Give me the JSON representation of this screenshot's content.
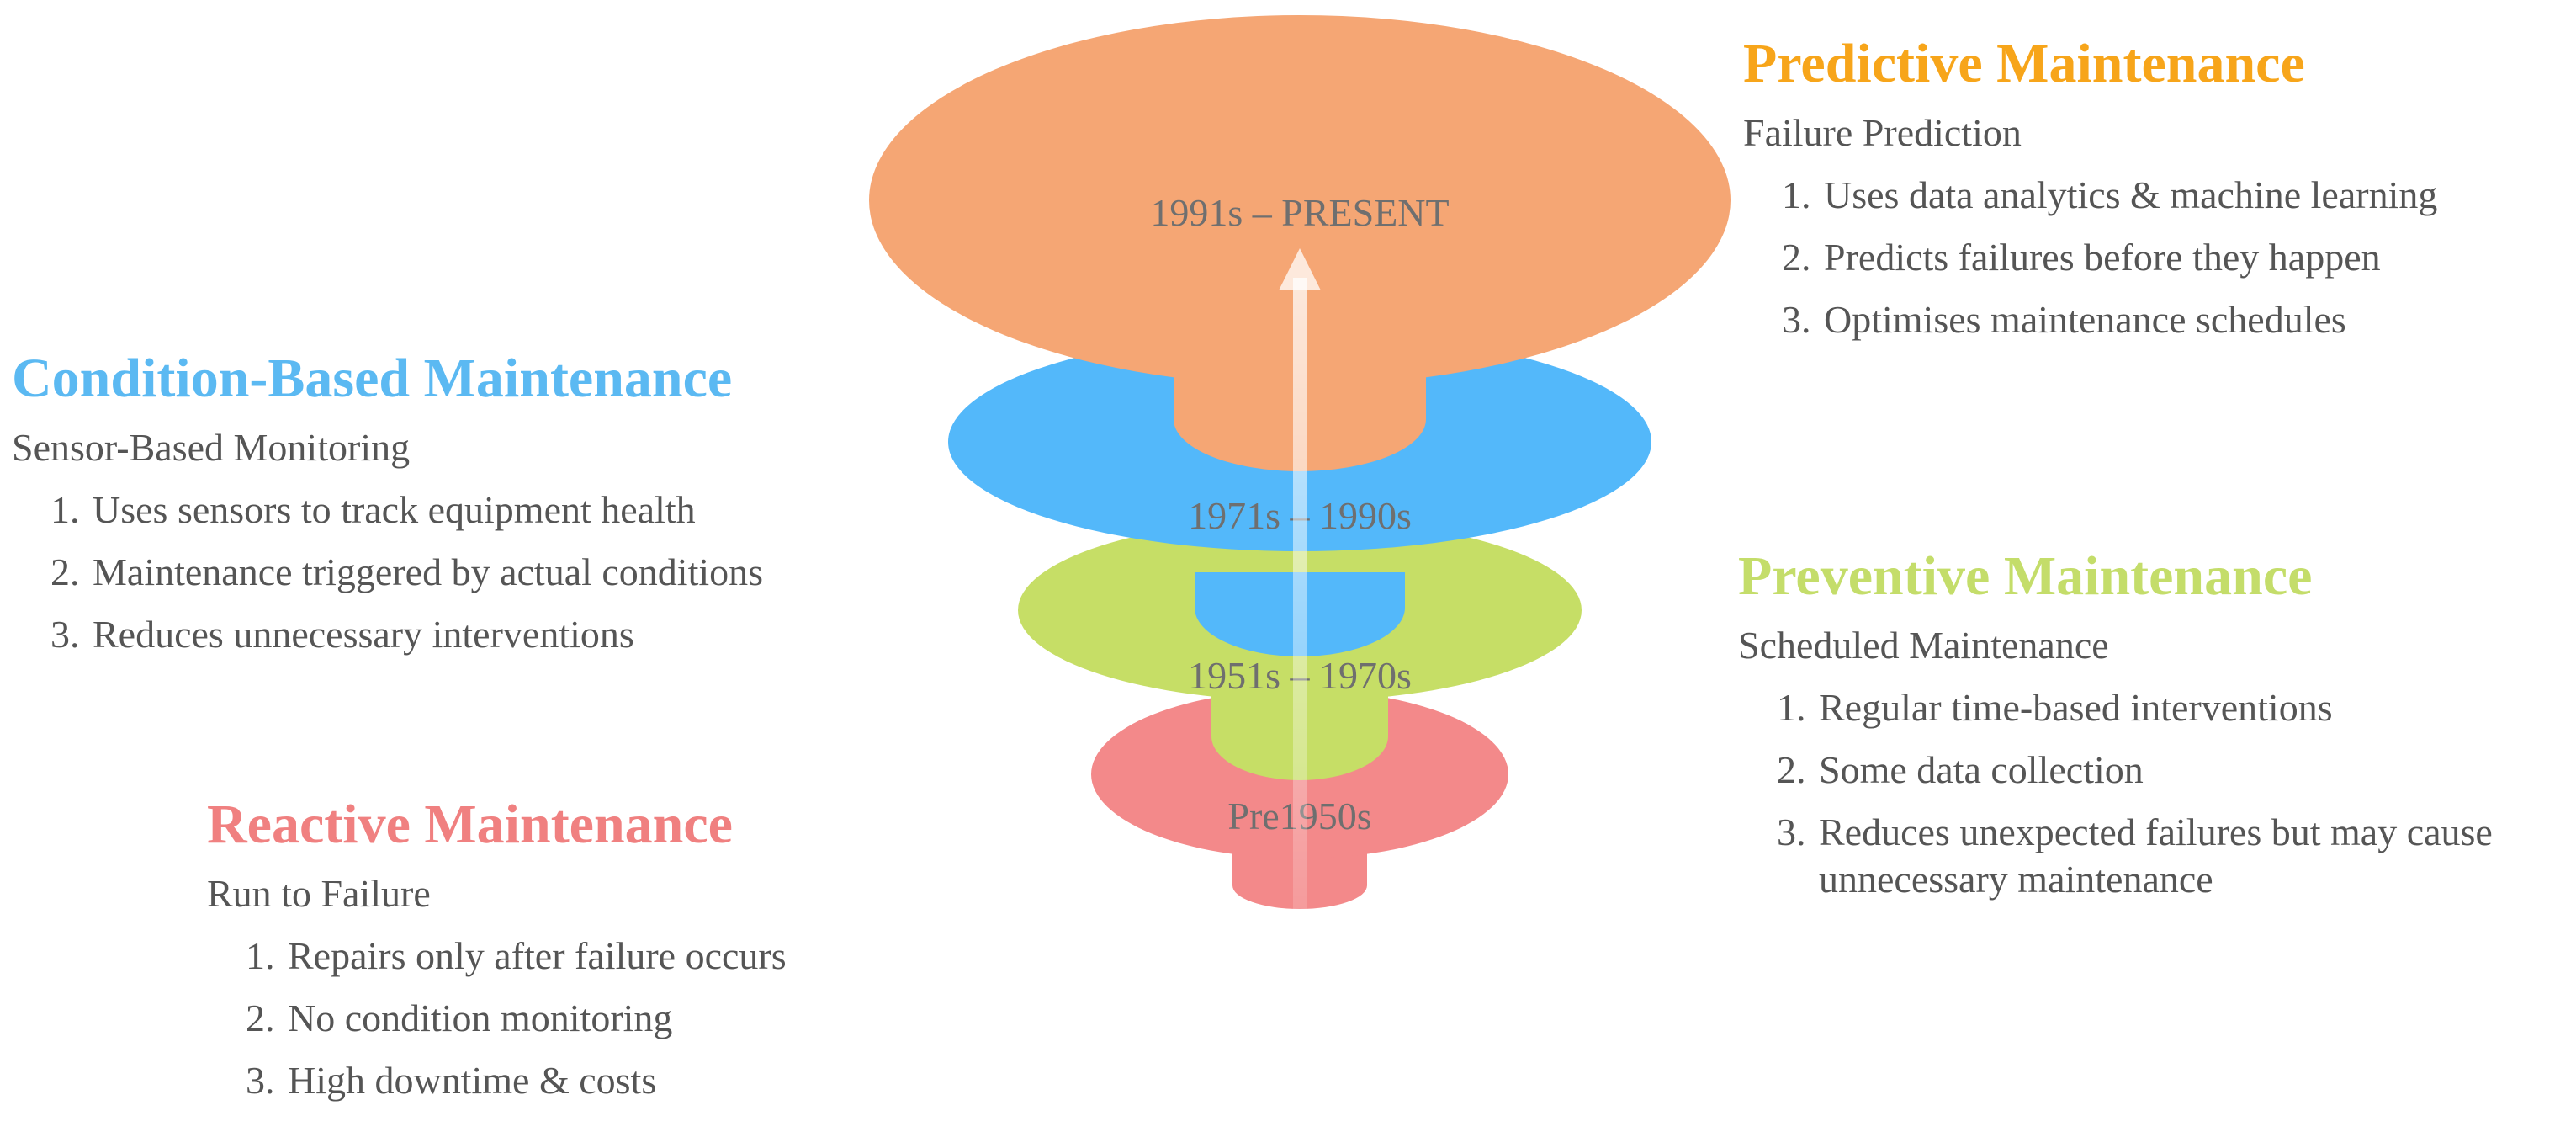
{
  "colors": {
    "predictive": "#F5A674",
    "condition": "#53B8FA",
    "preventive": "#C6DE66",
    "reactive": "#F3898A",
    "predictive_title": "#F7A51A",
    "condition_title": "#5BB9F2",
    "preventive_title": "#C4DD6A",
    "reactive_title": "#F08080"
  },
  "funnel": {
    "levels": [
      {
        "id": "reactive",
        "era": "Pre1950s"
      },
      {
        "id": "preventive",
        "era": "1951s – 1970s"
      },
      {
        "id": "condition",
        "era": "1971s – 1990s"
      },
      {
        "id": "predictive",
        "era": "1991s – PRESENT"
      }
    ]
  },
  "blocks": {
    "predictive": {
      "title": "Predictive Maintenance",
      "subtitle": "Failure Prediction",
      "items": [
        {
          "num": "1.",
          "text": "Uses data analytics & machine learning"
        },
        {
          "num": "2.",
          "text": "Predicts failures before they happen"
        },
        {
          "num": "3.",
          "text": "Optimises maintenance schedules"
        }
      ]
    },
    "condition": {
      "title": "Condition-Based Maintenance",
      "subtitle": "Sensor-Based Monitoring",
      "items": [
        {
          "num": "1.",
          "text": "Uses sensors to track equipment health"
        },
        {
          "num": "2.",
          "text": "Maintenance triggered by actual conditions"
        },
        {
          "num": "3.",
          "text": "Reduces unnecessary interventions"
        }
      ]
    },
    "preventive": {
      "title": "Preventive Maintenance",
      "subtitle": "Scheduled Maintenance",
      "items": [
        {
          "num": "1.",
          "text": "Regular time-based interventions"
        },
        {
          "num": "2.",
          "text": "Some data collection"
        },
        {
          "num": "3.",
          "text": "Reduces unexpected failures but may cause unnecessary maintenance"
        }
      ]
    },
    "reactive": {
      "title": "Reactive Maintenance",
      "subtitle": "Run to Failure",
      "items": [
        {
          "num": "1.",
          "text": "Repairs only after failure occurs"
        },
        {
          "num": "2.",
          "text": "No condition monitoring"
        },
        {
          "num": "3.",
          "text": "High downtime & costs"
        }
      ]
    }
  }
}
